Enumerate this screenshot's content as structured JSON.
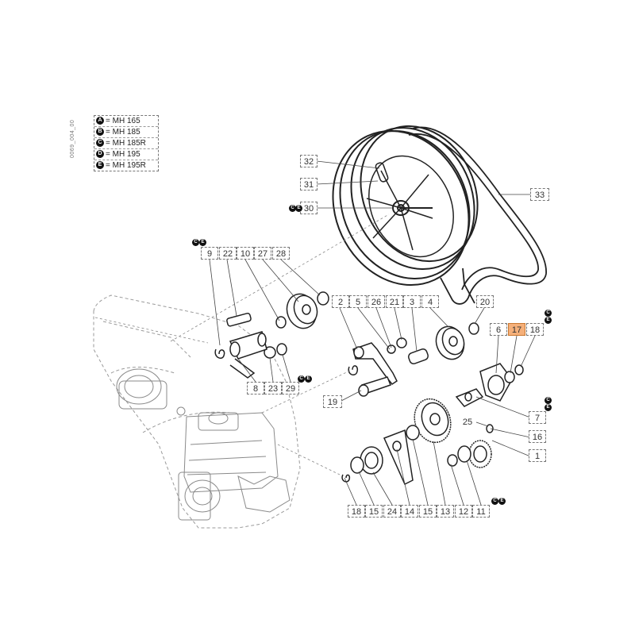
{
  "drawing_code": "0069_004_00",
  "legend": [
    {
      "letter": "A",
      "model": "= MH 165"
    },
    {
      "letter": "B",
      "model": "= MH 185"
    },
    {
      "letter": "C",
      "model": "= MH 185R"
    },
    {
      "letter": "D",
      "model": "= MH 195"
    },
    {
      "letter": "E",
      "model": "= MH 195R"
    }
  ],
  "selected_part": "17",
  "parts": [
    "32",
    "31",
    "30",
    "33",
    "9",
    "22",
    "10",
    "27",
    "28",
    "2",
    "5",
    "26",
    "21",
    "3",
    "4",
    "20",
    "6",
    "17",
    "18",
    "8",
    "23",
    "29",
    "19",
    "7",
    "16",
    "25",
    "1",
    "18",
    "15",
    "24",
    "14",
    "15",
    "13",
    "12",
    "11"
  ],
  "variant_markers": [
    {
      "letters": [
        "C",
        "E"
      ]
    },
    {
      "letters": [
        "C",
        "E"
      ]
    },
    {
      "letters": [
        "C",
        "E"
      ]
    },
    {
      "letters": [
        "C",
        "E"
      ]
    },
    {
      "letters": [
        "C",
        "E"
      ]
    },
    {
      "letters": [
        "C",
        "E"
      ]
    }
  ],
  "colors": {
    "line": "#222222",
    "light_line": "#9a9a9a",
    "highlight": "#f5b07a"
  }
}
